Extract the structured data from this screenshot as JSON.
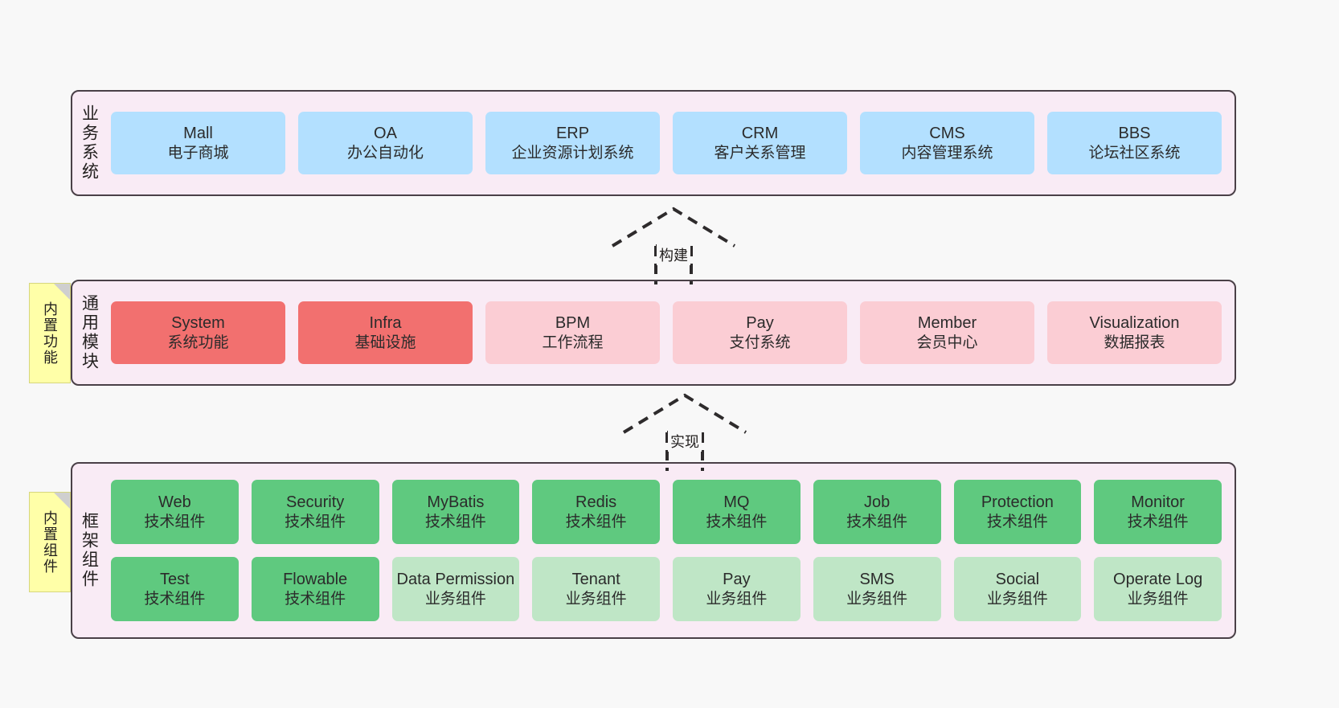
{
  "colors": {
    "background": "#f8f8f8",
    "layer_fill": "#f9ebf5",
    "layer_border": "#4a4047",
    "business_card": "#b3e0ff",
    "module_core_card": "#f2706f",
    "module_card": "#fbcdd4",
    "tech_component_card": "#5fc97f",
    "business_component_card": "#bfe6c6",
    "note_fill": "#ffffa8"
  },
  "layers": [
    {
      "id": "business",
      "label": "业务系统",
      "rows": [
        {
          "cards": [
            {
              "title": "Mall",
              "subtitle": "电子商城",
              "style": "c-blue"
            },
            {
              "title": "OA",
              "subtitle": "办公自动化",
              "style": "c-blue"
            },
            {
              "title": "ERP",
              "subtitle": "企业资源计划系统",
              "style": "c-blue"
            },
            {
              "title": "CRM",
              "subtitle": "客户关系管理",
              "style": "c-blue"
            },
            {
              "title": "CMS",
              "subtitle": "内容管理系统",
              "style": "c-blue"
            },
            {
              "title": "BBS",
              "subtitle": "论坛社区系统",
              "style": "c-blue"
            }
          ]
        }
      ]
    },
    {
      "id": "modules",
      "label": "通用模块",
      "note": "内置功能",
      "rows": [
        {
          "cards": [
            {
              "title": "System",
              "subtitle": "系统功能",
              "style": "c-red"
            },
            {
              "title": "Infra",
              "subtitle": "基础设施",
              "style": "c-red"
            },
            {
              "title": "BPM",
              "subtitle": "工作流程",
              "style": "c-pink"
            },
            {
              "title": "Pay",
              "subtitle": "支付系统",
              "style": "c-pink"
            },
            {
              "title": "Member",
              "subtitle": "会员中心",
              "style": "c-pink"
            },
            {
              "title": "Visualization",
              "subtitle": "数据报表",
              "style": "c-pink"
            }
          ]
        }
      ]
    },
    {
      "id": "framework",
      "label": "框架组件",
      "note": "内置组件",
      "rows": [
        {
          "cards": [
            {
              "title": "Web",
              "subtitle": "技术组件",
              "style": "c-green"
            },
            {
              "title": "Security",
              "subtitle": "技术组件",
              "style": "c-green"
            },
            {
              "title": "MyBatis",
              "subtitle": "技术组件",
              "style": "c-green"
            },
            {
              "title": "Redis",
              "subtitle": "技术组件",
              "style": "c-green"
            },
            {
              "title": "MQ",
              "subtitle": "技术组件",
              "style": "c-green"
            },
            {
              "title": "Job",
              "subtitle": "技术组件",
              "style": "c-green"
            },
            {
              "title": "Protection",
              "subtitle": "技术组件",
              "style": "c-green"
            },
            {
              "title": "Monitor",
              "subtitle": "技术组件",
              "style": "c-green"
            }
          ]
        },
        {
          "cards": [
            {
              "title": "Test",
              "subtitle": "技术组件",
              "style": "c-green"
            },
            {
              "title": "Flowable",
              "subtitle": "技术组件",
              "style": "c-green"
            },
            {
              "title": "Data Permission",
              "subtitle": "业务组件",
              "style": "c-greenlight"
            },
            {
              "title": "Tenant",
              "subtitle": "业务组件",
              "style": "c-greenlight"
            },
            {
              "title": "Pay",
              "subtitle": "业务组件",
              "style": "c-greenlight"
            },
            {
              "title": "SMS",
              "subtitle": "业务组件",
              "style": "c-greenlight"
            },
            {
              "title": "Social",
              "subtitle": "业务组件",
              "style": "c-greenlight"
            },
            {
              "title": "Operate Log",
              "subtitle": "业务组件",
              "style": "c-greenlight"
            }
          ]
        }
      ]
    }
  ],
  "connectors": [
    {
      "id": "build",
      "label": "构建"
    },
    {
      "id": "realize",
      "label": "实现"
    }
  ]
}
